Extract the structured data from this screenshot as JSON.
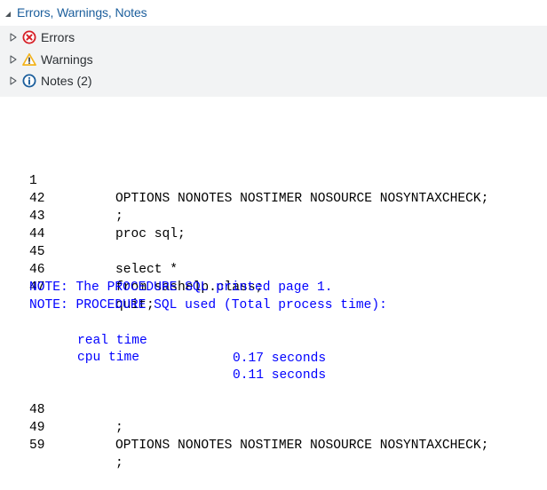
{
  "panel": {
    "title": "Errors, Warnings, Notes",
    "items": [
      {
        "label": "Errors",
        "icon": "error-icon",
        "color": "#d61f26"
      },
      {
        "label": "Warnings",
        "icon": "warning-icon",
        "color": "#f3b31b"
      },
      {
        "label": "Notes (2)",
        "icon": "info-icon",
        "color": "#1b5e9c"
      }
    ]
  },
  "log": {
    "code_color": "#000000",
    "note_color": "#0000ff",
    "lines_before": [
      {
        "num": "1",
        "code": "OPTIONS NONOTES NOSTIMER NOSOURCE NOSYNTAXCHECK;"
      },
      {
        "num": "42",
        "code": ";"
      },
      {
        "num": "43",
        "code": "proc sql;"
      },
      {
        "num": "44",
        "code": ""
      },
      {
        "num": "45",
        "code": "select *"
      },
      {
        "num": "46",
        "code": "from sashelp.class;"
      },
      {
        "num": "47",
        "code": "quit;"
      }
    ],
    "notes": [
      "NOTE: The PROCEDURE SQL printed page 1.",
      "NOTE: PROCEDURE SQL used (Total process time):"
    ],
    "timings": [
      {
        "label": "real time",
        "value": "0.17 seconds"
      },
      {
        "label": "cpu time",
        "value": "0.11 seconds"
      }
    ],
    "lines_after": [
      {
        "num": "48",
        "code": ";"
      },
      {
        "num": "49",
        "code": "OPTIONS NONOTES NOSTIMER NOSOURCE NOSYNTAXCHECK;"
      },
      {
        "num": "59",
        "code": ";"
      }
    ]
  }
}
